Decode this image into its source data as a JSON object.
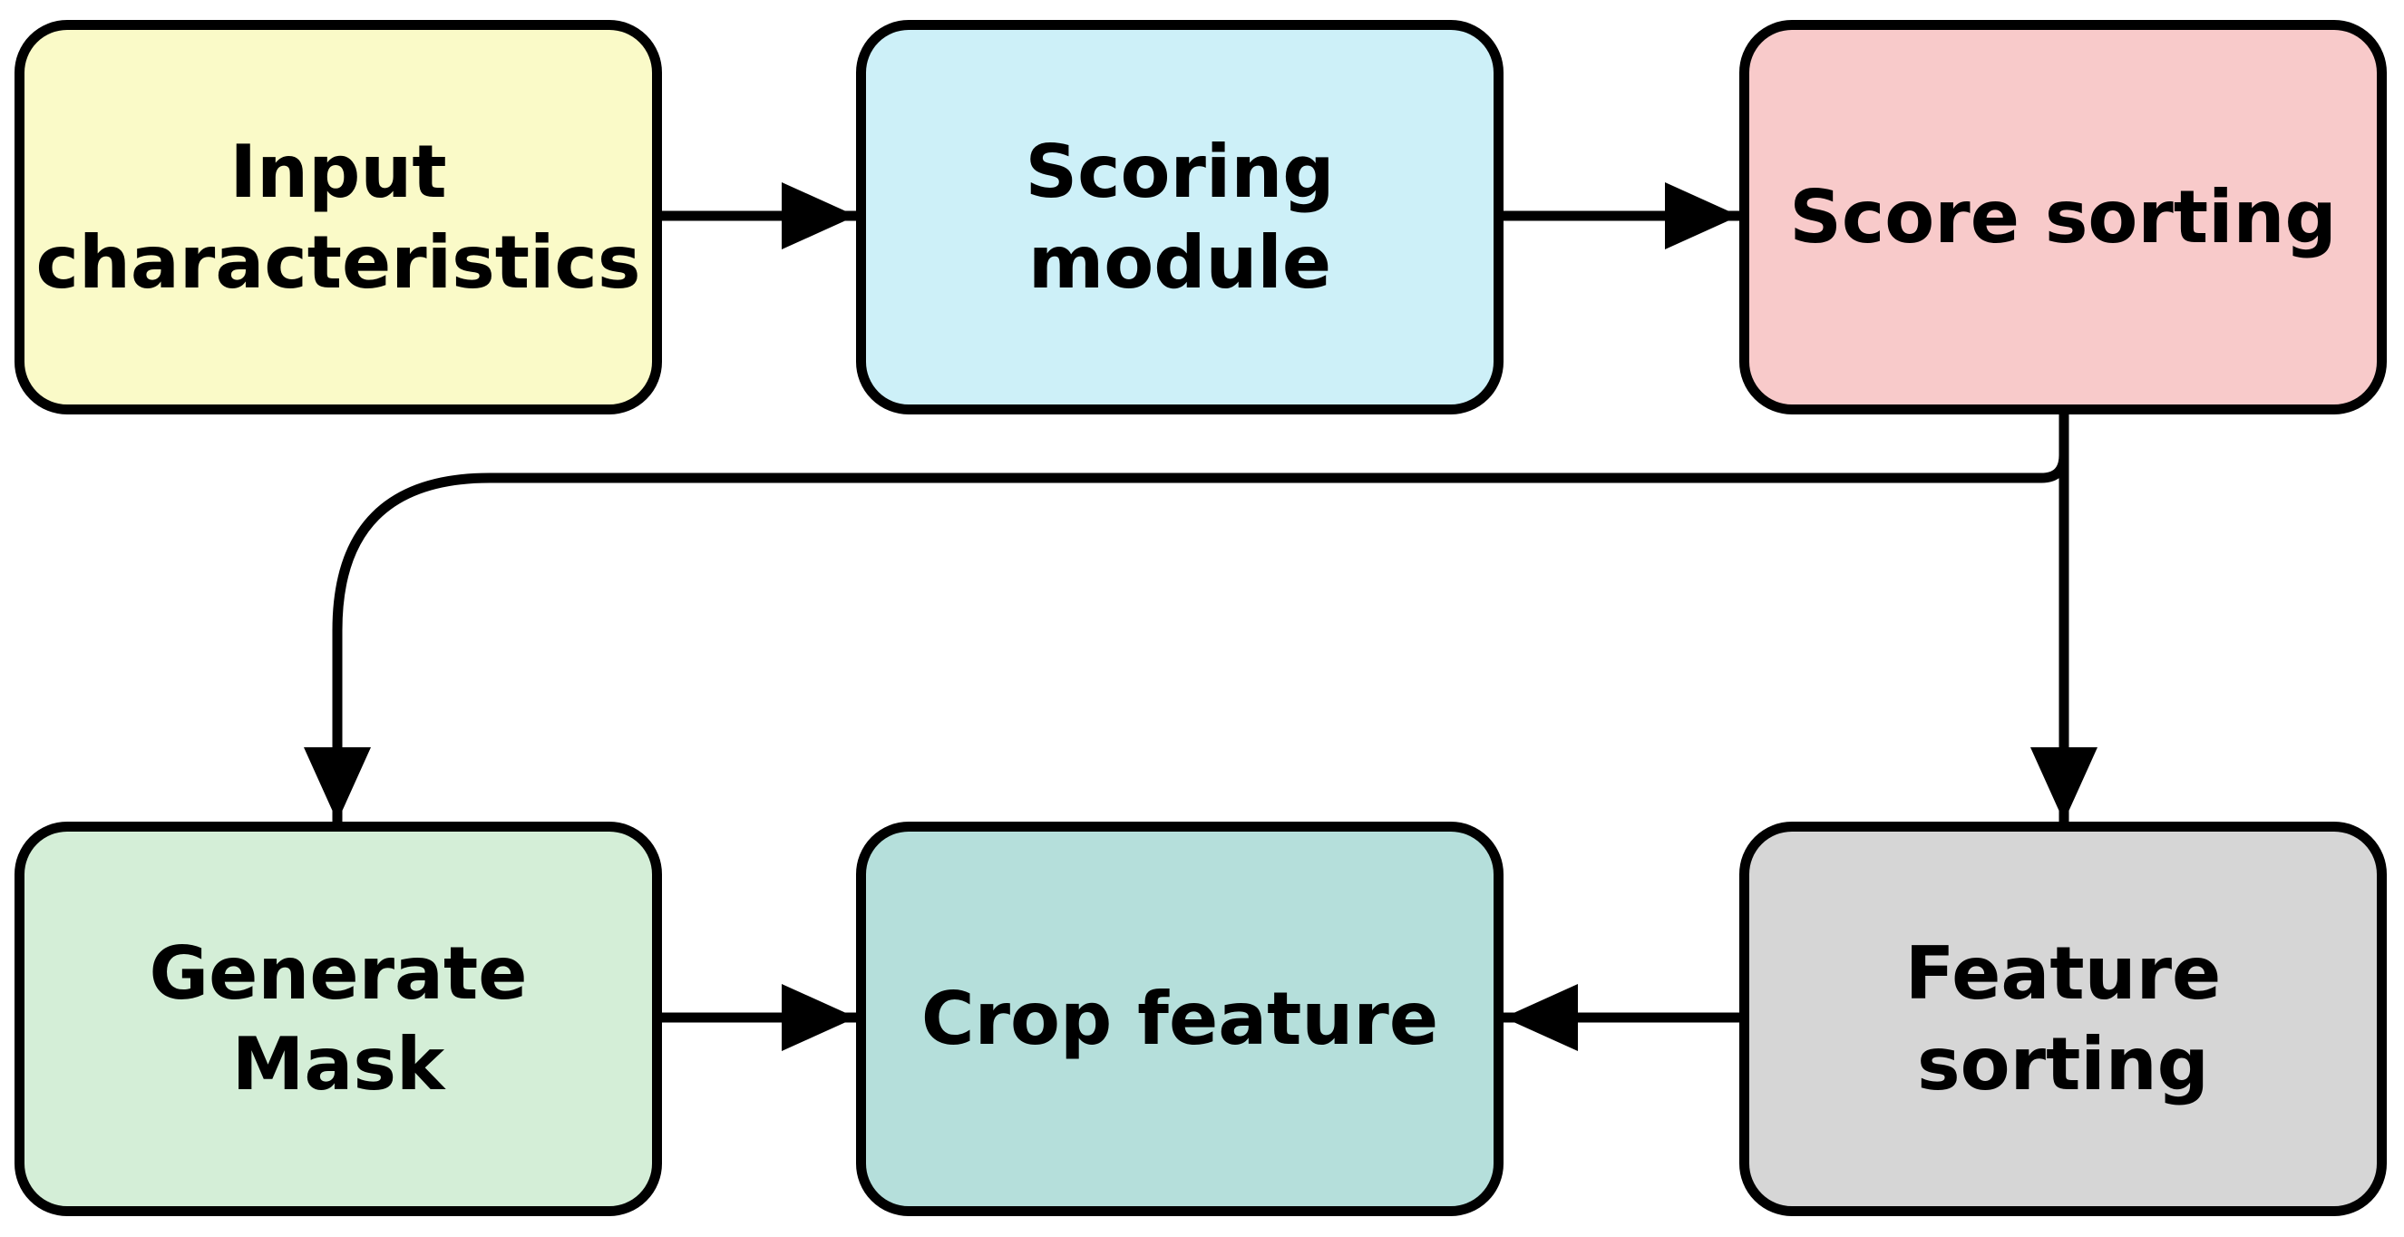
{
  "nodes": {
    "input": {
      "label": "Input\ncharacteristics",
      "color": "#FAFAC8"
    },
    "scoring": {
      "label": "Scoring\nmodule",
      "color": "#CDF0F8"
    },
    "score_sorting": {
      "label": "Score sorting",
      "color": "#F8CACA"
    },
    "generate_mask": {
      "label": "Generate\nMask",
      "color": "#D4EED7"
    },
    "crop_feature": {
      "label": "Crop feature",
      "color": "#B5DFDB"
    },
    "feature_sorting": {
      "label": "Feature\nsorting",
      "color": "#D6D6D6"
    }
  },
  "edges": [
    {
      "from": "Input characteristics",
      "to": "Scoring module"
    },
    {
      "from": "Scoring module",
      "to": "Score sorting"
    },
    {
      "from": "Score sorting",
      "to": "Feature sorting"
    },
    {
      "from": "Score sorting",
      "to": "Generate Mask"
    },
    {
      "from": "Generate Mask",
      "to": "Crop feature"
    },
    {
      "from": "Feature sorting",
      "to": "Crop feature"
    }
  ],
  "style": {
    "edge_color": "#000000"
  }
}
